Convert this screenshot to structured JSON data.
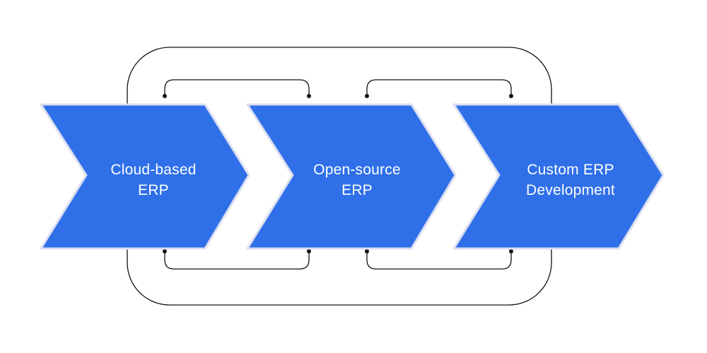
{
  "colors": {
    "chevron_fill": "#2f6fe8",
    "chevron_outline": "#d9def0",
    "connector": "#111111",
    "label_text": "#ffffff",
    "background": "#ffffff"
  },
  "steps": [
    {
      "line1": "Cloud-based",
      "line2": "ERP"
    },
    {
      "line1": "Open-source",
      "line2": "ERP"
    },
    {
      "line1": "Custom ERP",
      "line2": "Development"
    }
  ]
}
